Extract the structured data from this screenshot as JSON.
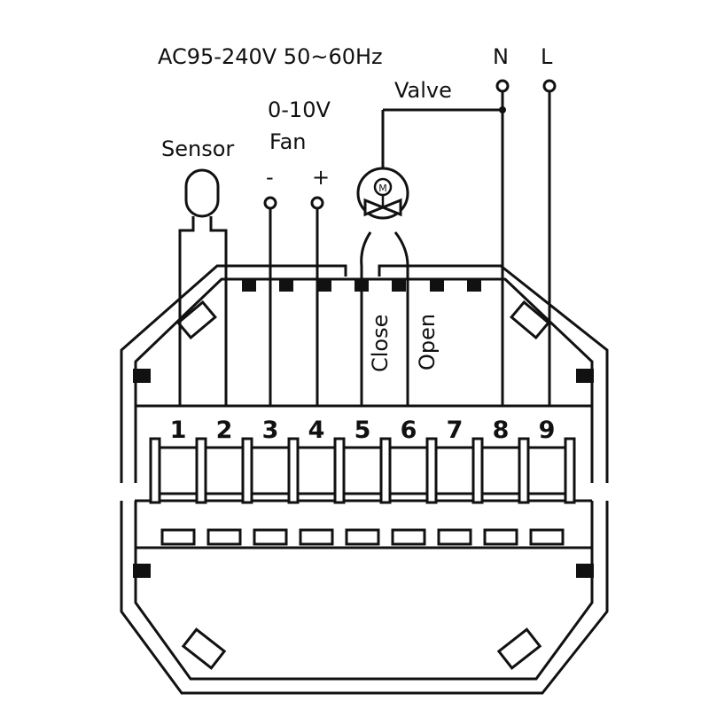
{
  "power_label": "AC95-240V  50~60Hz",
  "neutral_label": "N",
  "live_label": "L",
  "valve_label": "Valve",
  "fan_label_line1": "0-10V",
  "fan_label_line2": "Fan",
  "fan_minus": "-",
  "fan_plus": "+",
  "sensor_label": "Sensor",
  "motor_label": "M",
  "close_label": "Close",
  "open_label": "Open",
  "terminals": [
    "1",
    "2",
    "3",
    "4",
    "5",
    "6",
    "7",
    "8",
    "9"
  ],
  "colors": {
    "line": "#111111",
    "background": "#ffffff"
  }
}
